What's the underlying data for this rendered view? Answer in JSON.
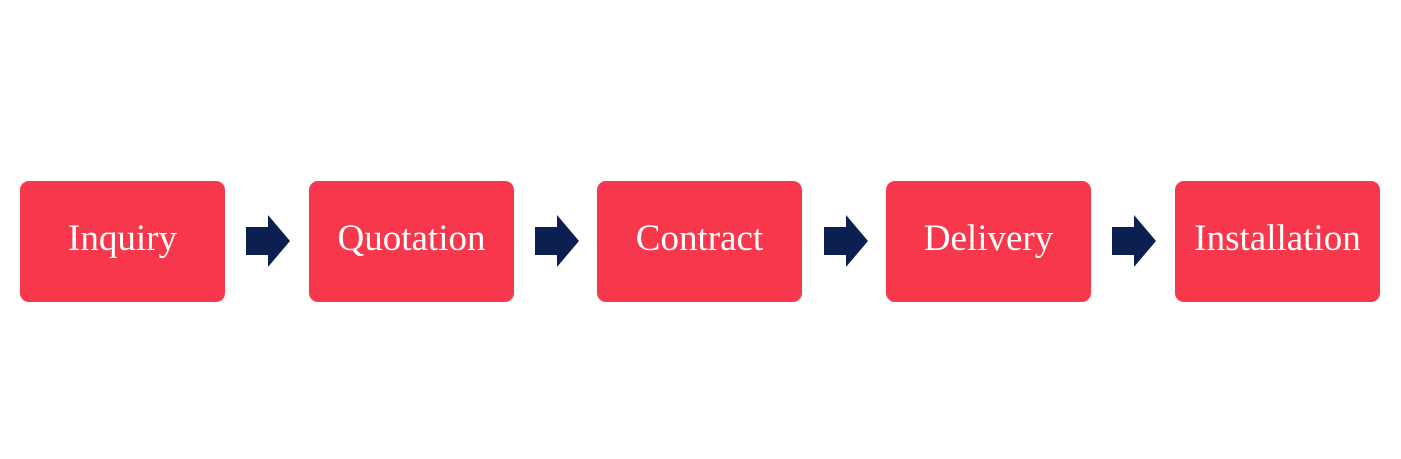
{
  "colors": {
    "step_fill": "#F7374B",
    "arrow_fill": "#0B2050",
    "label_text": "#FFFFFF",
    "background": "#FFFFFF"
  },
  "flow": {
    "steps": [
      {
        "label": "Inquiry"
      },
      {
        "label": "Quotation"
      },
      {
        "label": "Contract"
      },
      {
        "label": "Delivery"
      },
      {
        "label": "Installation"
      }
    ],
    "connector_icon": "right-arrow-icon"
  }
}
